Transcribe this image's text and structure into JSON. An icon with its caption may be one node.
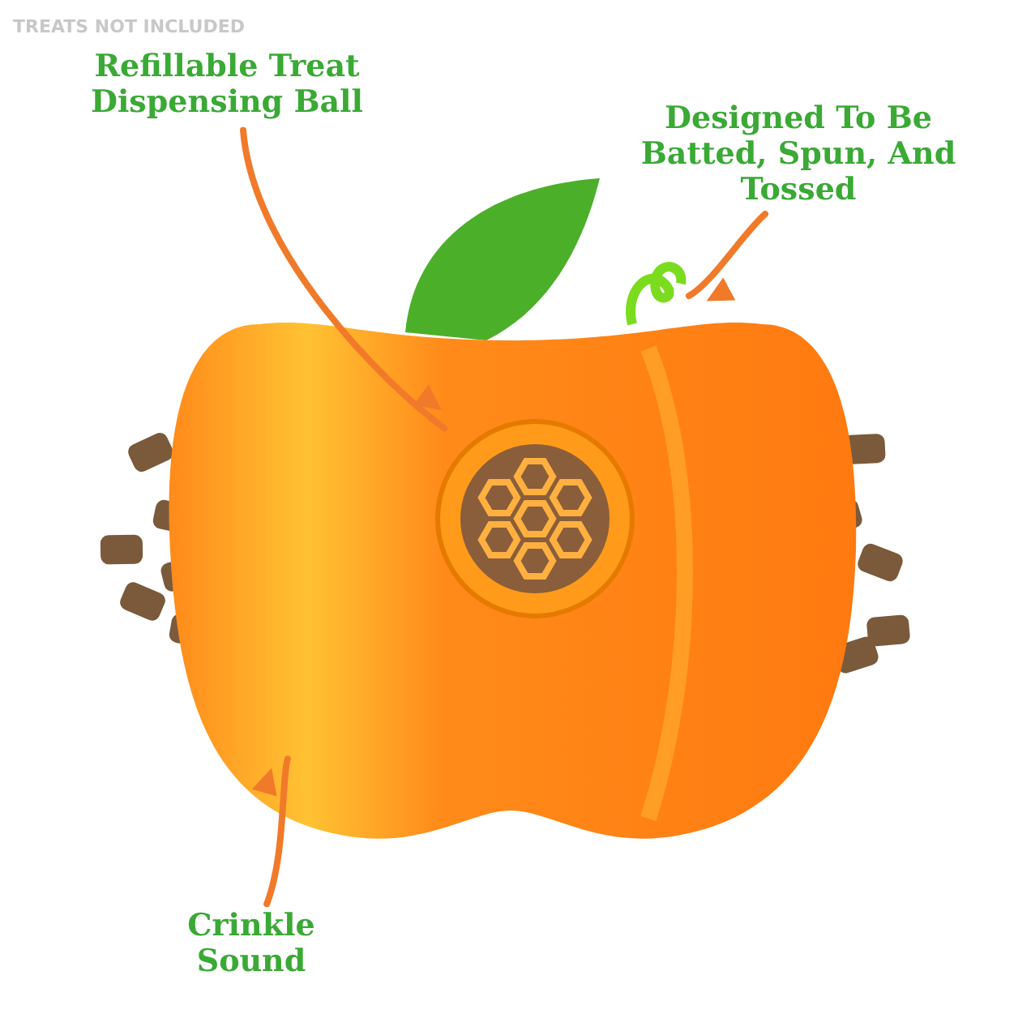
{
  "diagram": {
    "nodes": [
      {
        "text": [
          "Refillable Treat Dispensing Ball"
        ]
      },
      {
        "text": [],
        "shape": "circle",
        "in": 5
      },
      {
        "text": [
          "Designed To Be Batted, Spun, And Tossed"
        ]
      },
      {
        "text": [],
        "shape": "picture"
      },
      {
        "text": [
          "Crinkle Sound"
        ]
      },
      {
        "text": [],
        "shape": "picture"
      }
    ],
    "edges": [
      {
        "from": 0,
        "to": 1,
        "arrow": "to"
      },
      {
        "from": 2,
        "to": 3,
        "arrow": "to"
      },
      {
        "from": 4,
        "to": 5,
        "arrow": "to"
      }
    ],
    "labels": [
      "TREATS NOT INCLUDED"
    ]
  }
}
